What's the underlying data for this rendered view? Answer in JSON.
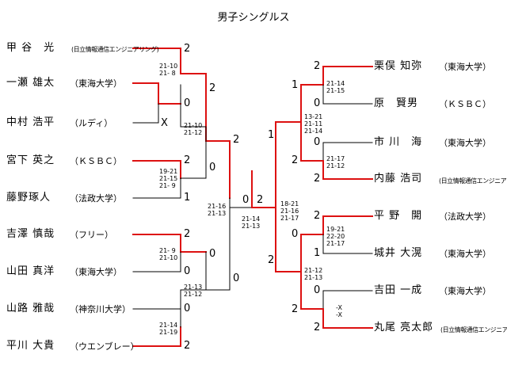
{
  "title": "男子シングルス",
  "left_players": [
    {
      "name": "甲 谷　光",
      "aff": "(日立情報通信エンジニアリング)"
    },
    {
      "name": "一瀬 雄太",
      "aff": "（東海大学）"
    },
    {
      "name": "中村 浩平",
      "aff": "（ルディ）"
    },
    {
      "name": "宮下 英之",
      "aff": "（ＫＳＢＣ）"
    },
    {
      "name": "藤野琢人",
      "aff": "（法政大学）"
    },
    {
      "name": "吉澤 慎哉",
      "aff": "（フリー）"
    },
    {
      "name": "山田 真洋",
      "aff": "（東海大学）"
    },
    {
      "name": "山路 雅哉",
      "aff": "（神奈川大学）"
    },
    {
      "name": "平川 大貴",
      "aff": "（ウエンブレー）"
    }
  ],
  "right_players": [
    {
      "name": "栗俣 知弥",
      "aff": "（東海大学）"
    },
    {
      "name": "原　賢男",
      "aff": "（ＫＳＢＣ）"
    },
    {
      "name": "市 川　海",
      "aff": "（東海大学）"
    },
    {
      "name": "内藤 浩司",
      "aff": "(日立情報通信エンジニアリング)"
    },
    {
      "name": "平 野　開",
      "aff": "（法政大学）"
    },
    {
      "name": "城井 大滉",
      "aff": "（東海大学）"
    },
    {
      "name": "吉田 一成",
      "aff": "（東海大学）"
    },
    {
      "name": "丸尾 亮太郎",
      "aff": "(日立情報通信エンジニアリング)"
    }
  ],
  "scores": {
    "l1": "2",
    "l2": "0",
    "l2b": "2",
    "l3": "X",
    "l4": "2",
    "l5": "1",
    "l4b": "0",
    "l1b": "2",
    "l6": "2",
    "l7": "0",
    "l6b": "0",
    "l8": "0",
    "l9": "2",
    "l9b": "0",
    "l_final": "0",
    "r1": "2",
    "r2": "0",
    "r1b": "1",
    "r3": "0",
    "r4": "2",
    "r4b": "2",
    "r1c": "1",
    "r5": "2",
    "r6": "1",
    "r5b": "0",
    "r7": "0",
    "r8": "2",
    "r8b": "2",
    "r_semi": "2",
    "r_final": "2"
  },
  "sets": {
    "l_a": "21-10\n21- 8",
    "l_b": "21-10\n21-12",
    "l_c": "19-21\n21-15\n21- 9",
    "l_d": "21- 9\n21-10",
    "l_e": "21-13\n21-12",
    "l_f": "21-14\n21-19",
    "l_g": "21-16\n21-13",
    "center": "21-14\n21-13",
    "r_a": "21-14\n21-15",
    "r_b": "13-21\n21-11\n21-14",
    "r_c": "21-17\n21-12",
    "r_d": "18-21\n21-16\n21-17",
    "r_e": "19-21\n22-20\n21-17",
    "r_f": "21-12\n21-13",
    "r_g": "-X\n-X"
  },
  "colors": {
    "win": "#dd1111",
    "lose": "#000000"
  }
}
